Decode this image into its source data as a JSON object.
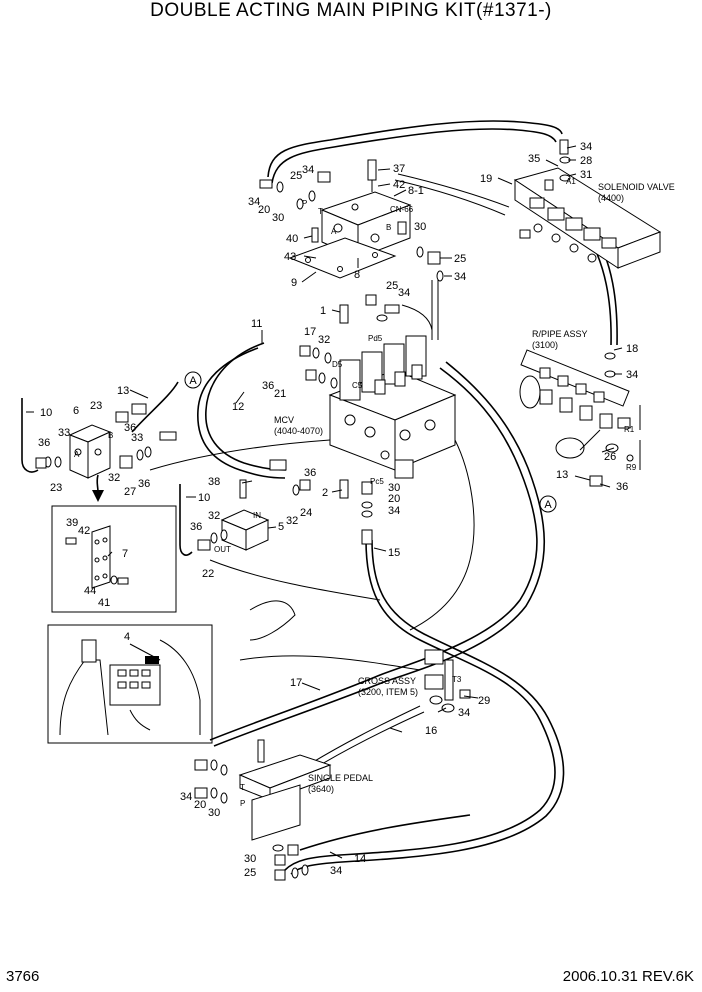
{
  "title": "DOUBLE ACTING MAIN PIPING KIT(#1371-)",
  "footer": {
    "page": "3766",
    "date_rev": "2006.10.31  REV.6K"
  },
  "notes": {
    "solenoid_1": "SOLENOID VALVE",
    "solenoid_2": "(4400)",
    "rpipe_1": "R/PIPE ASSY",
    "rpipe_2": "(3100)",
    "mcv_1": "MCV",
    "mcv_2": "(4040-4070)",
    "cross_1": "CROSS ASSY",
    "cross_2": "(3200, ITEM 5)",
    "pedal_1": "SINGLE PEDAL",
    "pedal_2": "(3640)"
  },
  "port_marks": {
    "P": "P",
    "T": "T",
    "A": "A",
    "B": "B",
    "CN66": "CN-66",
    "A1": "A1",
    "Pd5": "Pd5",
    "D5": "D5",
    "C5": "C5",
    "Pc5": "Pc5",
    "R1": "R1",
    "R9": "R9",
    "IN": "IN",
    "OUT": "OUT",
    "T3": "T3",
    "T2": "T",
    "P2": "P"
  },
  "connectors": {
    "A1": "A",
    "A2": "A"
  },
  "callouts": [
    "34",
    "28",
    "35",
    "31",
    "19",
    "37",
    "25",
    "34",
    "42",
    "8-1",
    "34",
    "20",
    "30",
    "40",
    "43",
    "9",
    "30",
    "25",
    "8",
    "34",
    "25",
    "34",
    "1",
    "11",
    "17",
    "32",
    "D5",
    "36",
    "21",
    "13",
    "12",
    "6",
    "23",
    "33",
    "36",
    "36",
    "33",
    "23",
    "32",
    "27",
    "36",
    "10",
    "10",
    "38",
    "36",
    "24",
    "32",
    "5",
    "2",
    "30",
    "20",
    "34",
    "15",
    "36",
    "22",
    "32",
    "39",
    "42",
    "7",
    "44",
    "41",
    "4",
    "17",
    "29",
    "34",
    "16",
    "34",
    "20",
    "30",
    "30",
    "25",
    "34",
    "14",
    "18",
    "34",
    "26",
    "13",
    "36"
  ]
}
